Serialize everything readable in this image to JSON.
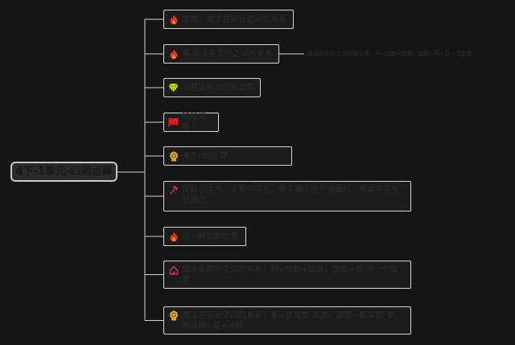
{
  "root": {
    "label": "4下-1单元-四则运算"
  },
  "nodes": [
    {
      "icon": "fire-icon",
      "text": "加数，减法各部分之间的关系"
    },
    {
      "icon": "fire-icon",
      "text": "乘,除法各部分之间的关系",
      "note": "乘法各部分之间的关系是：积=因数×因数，因数=积÷另一个因数"
    },
    {
      "icon": "diamond-icon",
      "text": "没有括号的四则运算"
    },
    {
      "icon": "flag-icon",
      "text": "租船问题"
    },
    {
      "icon": "medal-icon",
      "text": "关于0的运算"
    },
    {
      "icon": "hammer-icon",
      "text": "既有小括号，又有中括号，要先算小括号里面的，再算中括号里面的。"
    },
    {
      "icon": "fire-icon",
      "text": "而一种思数的营"
    },
    {
      "icon": "house-icon",
      "text": "加法各部分之间的关系：和=加数+加数，加数=和-另一个加数"
    },
    {
      "icon": "medal-icon",
      "text": "减法各部分之间的关系：差=被减数-减数，减数=被减数-差，被减数=差+减数"
    }
  ],
  "colors": {
    "background": "#151515",
    "border": "#d6d6d6",
    "line": "#d2d2d2",
    "fire": "#e8321c",
    "diamond": "#d9e21a",
    "flag": "#e21c1c",
    "medal": "#d7a625",
    "hammer": "#c0304a",
    "house": "#d0306a"
  }
}
